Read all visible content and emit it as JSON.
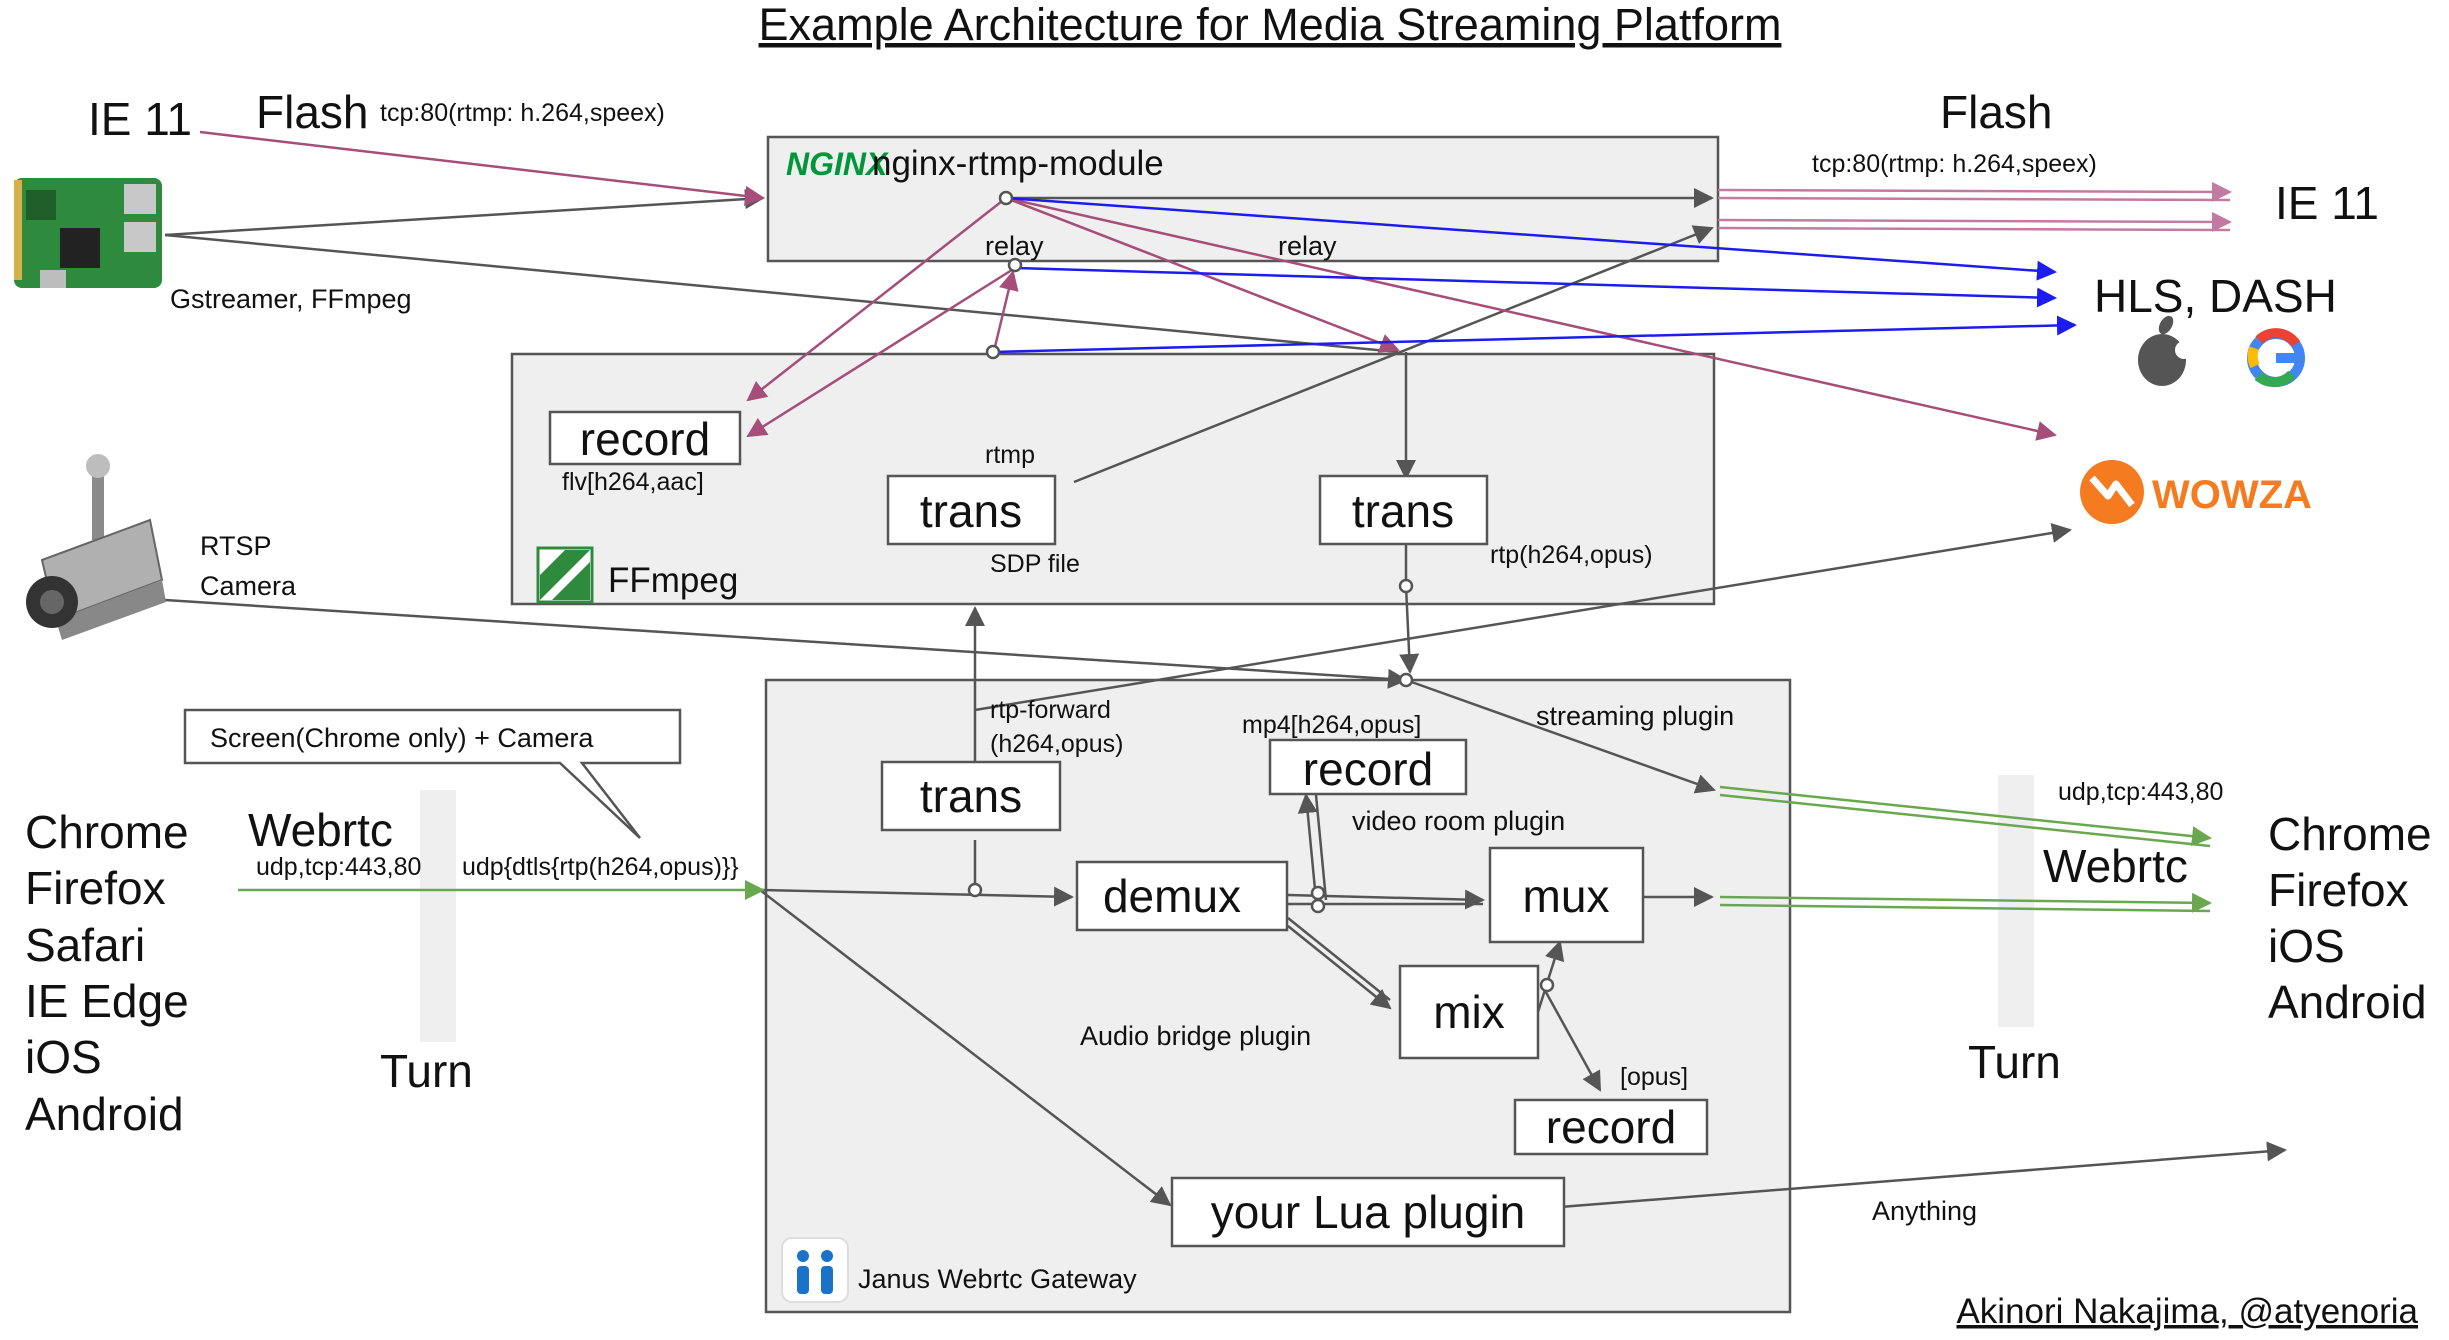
{
  "title": "Example Architecture for Media Streaming Platform",
  "author": "Akinori Nakajima, @atyenoria",
  "colors": {
    "flow": "#555555",
    "rtmp_pink": "#a64d79",
    "hls_blue": "#1c1cf0",
    "webrtc_green": "#6aa84f",
    "box_fill": "#efefef",
    "nginx_green": "#009639",
    "wowza_orange": "#f47b20"
  },
  "left": {
    "ie11": "IE 11",
    "flash": "Flash",
    "flash_proto": "tcp:80(rtmp: h.264,speex)",
    "gstreamer": "Gstreamer, FFmpeg",
    "rtsp_line1": "RTSP",
    "rtsp_line2": "Camera",
    "callout": "Screen(Chrome only) + Camera",
    "browsers": [
      "Chrome",
      "Firefox",
      "Safari",
      "IE Edge",
      "iOS",
      "Android"
    ],
    "webrtc": "Webrtc",
    "webrtc_proto": "udp,tcp:443,80",
    "webrtc_payload": "udp{dtls{rtp(h264,opus)}}",
    "turn": "Turn",
    "icons": [
      "raspberry-pi-board",
      "cctv-camera"
    ]
  },
  "nginx": {
    "label": "nginx-rtmp-module",
    "logo": "NGINX",
    "relay1": "relay",
    "relay2": "relay"
  },
  "ffmpeg": {
    "label": "FFmpeg",
    "record": "record",
    "record_fmt": "flv[h264,aac]",
    "trans1": "trans",
    "rtmp": "rtmp",
    "sdp": "SDP file",
    "trans2": "trans",
    "trans2_fmt": "rtp(h264,opus)"
  },
  "janus": {
    "label": "Janus Webrtc Gateway",
    "streaming_plugin": "streaming plugin",
    "rtp_forward_1": "rtp-forward",
    "rtp_forward_2": "(h264,opus)",
    "trans": "trans",
    "record1_fmt": "mp4[h264,opus]",
    "record1": "record",
    "video_room": "video room plugin",
    "demux": "demux",
    "mux": "mux",
    "mix": "mix",
    "audio_bridge": "Audio bridge plugin",
    "opus": "[opus]",
    "record2": "record",
    "lua": "your Lua plugin",
    "anything": "Anything"
  },
  "right": {
    "flash": "Flash",
    "flash_proto": "tcp:80(rtmp: h.264,speex)",
    "ie11": "IE 11",
    "hls": "HLS, DASH",
    "wowza": "WOWZA",
    "webrtc_proto": "udp,tcp:443,80",
    "webrtc": "Webrtc",
    "turn": "Turn",
    "clients": [
      "Chrome",
      "Firefox",
      "iOS",
      "Android"
    ],
    "icons": [
      "apple-logo",
      "google-logo",
      "wowza-logo"
    ]
  }
}
